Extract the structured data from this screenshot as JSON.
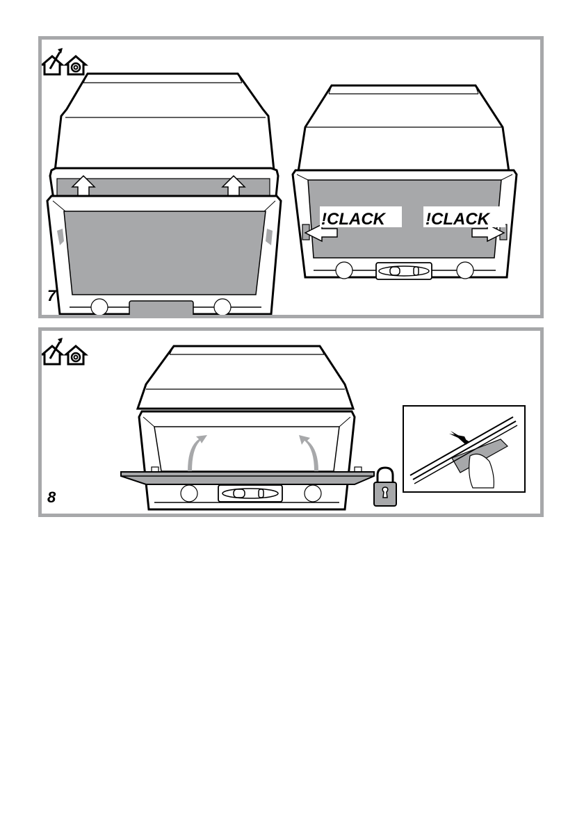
{
  "document": {
    "type": "appliance installation manual page",
    "colors": {
      "panel_border": "#a7a8aa",
      "filter_gray": "#a7a8aa",
      "line": "#000000"
    }
  },
  "steps": [
    {
      "number": "7",
      "icons": [
        "ducted-extraction-house-icon",
        "recirculation-house-icon"
      ],
      "figures": [
        {
          "name": "hood-panel-push-up",
          "arrows": 2
        },
        {
          "name": "hood-panel-clip-side",
          "labels": [
            "!CLACK",
            "!CLACK"
          ]
        }
      ]
    },
    {
      "number": "8",
      "icons": [
        "ducted-extraction-house-icon",
        "recirculation-house-icon"
      ],
      "figures": [
        {
          "name": "hood-front-panel-close",
          "arrows": 2
        },
        {
          "name": "lock-icon"
        },
        {
          "name": "detail-slider-clip-inset"
        }
      ]
    }
  ]
}
